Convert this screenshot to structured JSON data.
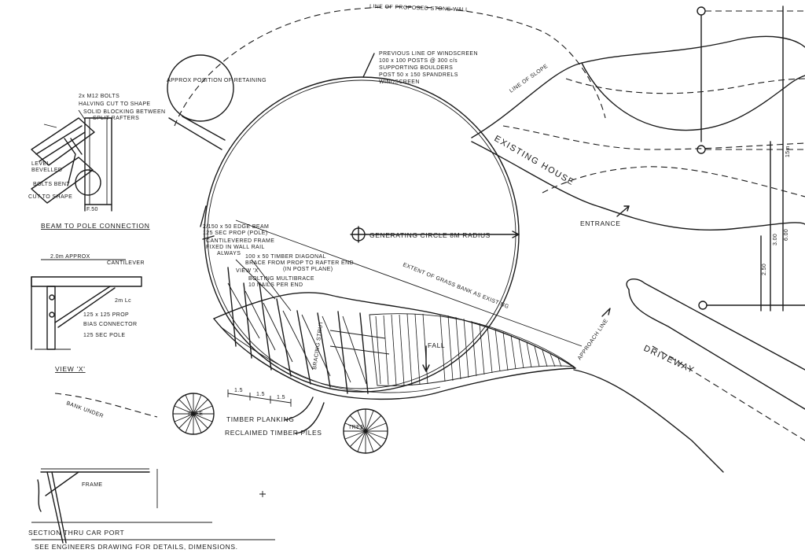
{
  "labels": {
    "proposed_stone_wall": "LINE OF PROPOSED STONE WALL",
    "existing_retaining": "APPROX POSITION OF RETAINING",
    "wall_spec_1": "PREVIOUS LINE OF WINDSCREEN",
    "wall_spec_2": "100 x 100 POSTS @ 300 c/s",
    "wall_spec_3": "SUPPORTING BOULDERS",
    "wall_spec_4": "POST 50 x 150 SPANDRELS",
    "wall_spec_5": "WINDSCREEN",
    "line_of_slope": "LINE OF SLOPE",
    "existing_house": "EXISTING HOUSE",
    "entrance": "ENTRANCE",
    "generating_circle": "GENERATING CIRCLE   8M RADIUS",
    "extent_grass_bank": "EXTENT OF GRASS BANK AS EXISTING",
    "driveway": "DRIVEWAY",
    "approach_line": "APPROACH LINE",
    "fall": "FALL",
    "bracing": "BRACING STRUT",
    "timber_planking": "TIMBER PLANKING",
    "timber_piles": "RECLAIMED TIMBER PILES",
    "tree_1": "TREE",
    "tree_2": "TREE",
    "bank_under": "BANK UNDER",
    "notes_1": "2/150 x 50 EDGE BEAM",
    "notes_2": "125 SEC PROP (POLE)",
    "notes_3": "CANTILEVERED FRAME",
    "notes_4": "FIXED IN WALL RAIL",
    "notes_5": "ALWAYS",
    "notes_6": "100 x 50 TIMBER DIAGONAL",
    "notes_7": "BRACE FROM PROP TO RAFTER END",
    "notes_8": "(IN POST PLANE)",
    "notes_9": "VIEW 'X'",
    "notes_10": "BOLTING MULTIBRACE",
    "notes_11": "10 NAILS PER END",
    "dim_15a": "1.5",
    "dim_15b": "1.5",
    "dim_15c": "1.5",
    "dim_right_1": "15m",
    "dim_right_2": "3.00",
    "dim_right_3": "6.00",
    "dim_right_4": "2.50",
    "beam_title": "BEAM TO POLE CONNECTION",
    "beam_n1": "2x M12 BOLTS",
    "beam_n2": "HALVING CUT TO SHAPE",
    "beam_n3": "SOLID BLOCKING BETWEEN",
    "beam_n4": "SPLIT RAFTERS",
    "beam_n5": "LEVEL",
    "beam_n6": "BEVELLED",
    "beam_n7": "BOLTS BENT",
    "beam_n8": "CUT TO SHAPE",
    "beam_n9": "F.50",
    "view_title": "VIEW 'X'",
    "view_dim": "2.0m APPROX",
    "view_cantilever": "CANTILEVER",
    "view_n1": "2m Lc",
    "view_n2": "125 x 125 PROP",
    "view_n3": "BIAS CONNECTOR",
    "view_n4": "125 SEC POLE",
    "section_label": "SECTION  THRU  CAR  PORT",
    "section_frame": "FRAME",
    "footer_note": "SEE ENGINEERS DRAWING FOR DETAILS, DIMENSIONS."
  }
}
